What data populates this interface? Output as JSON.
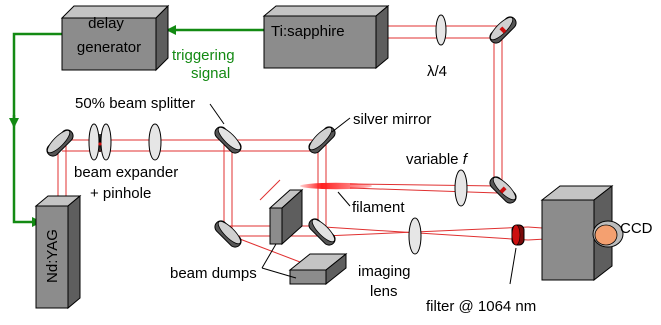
{
  "components": {
    "delay_generator": {
      "line1": "delay",
      "line2": "generator"
    },
    "laser_ti": "Ti:sapphire",
    "laser_nd": "Nd:YAG",
    "camera": "CCD"
  },
  "labels": {
    "triggering_line1": "triggering",
    "triggering_line2": "signal",
    "quarter_wave": "λ/4",
    "beam_splitter": "50% beam splitter",
    "silver_mirror": "silver mirror",
    "beam_expander_line1": "beam expander",
    "beam_expander_line2": "+ pinhole",
    "variable_f_prefix": "variable ",
    "variable_f_symbol": "f",
    "filament": "filament",
    "beam_dumps": "beam dumps",
    "imaging_line1": "imaging",
    "imaging_line2": "lens",
    "filter": "filter @ 1064 nm"
  },
  "colors": {
    "beam": "#e03030",
    "filament": "#ff2020",
    "trigger": "#138a13",
    "box_front": "#8c8c8c",
    "box_top": "#c4c4c4",
    "box_side": "#5e5e5e",
    "mirror_face": "#d0d0d0",
    "mirror_rim": "#555555",
    "ccd_sensor": "#f4a070",
    "filter": "#cc1010"
  }
}
